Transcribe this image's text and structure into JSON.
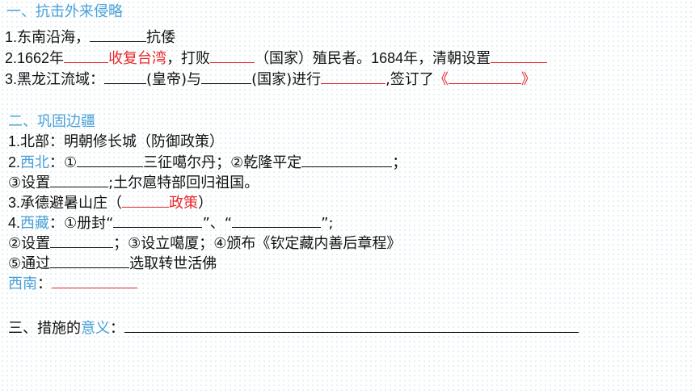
{
  "section1": {
    "heading": "一、抗击外来侵略",
    "item1": {
      "num": "1.",
      "text_a": "东南沿海，",
      "text_b": "抗倭"
    },
    "item2": {
      "num": "2.",
      "year1": "1662年",
      "red_text": "收复台湾",
      "text_b": "，打败",
      "text_c": "（国家）殖民者。",
      "year2": "1684年",
      "text_d": "，清朝设置"
    },
    "item3": {
      "num": "3.",
      "text_a": "黑龙江流域：",
      "text_b": "(皇帝)与",
      "text_c": "(国家)进行",
      "text_d": ",签订了",
      "bracket_open": "《",
      "bracket_close": "》"
    }
  },
  "section2": {
    "heading": "二、巩固边疆",
    "item1": {
      "num": "1.",
      "text": "北部：明朝修长城（防御政策）"
    },
    "item2": {
      "num": "2.",
      "label": "西北",
      "text_a": "：①",
      "text_b": "三征噶尔丹；②乾隆平定",
      "text_c": "；"
    },
    "item2b": {
      "text_a": "③设置",
      "text_b": ";土尔扈特部回归祖国。"
    },
    "item3": {
      "num": "3.",
      "text_a": "承德避暑山庄（",
      "red_text": "政策",
      "text_b": "）"
    },
    "item4": {
      "num": "4.",
      "label": "西藏",
      "text_a": "：①册封“",
      "text_b": "”、“",
      "text_c": "”;"
    },
    "item4b": {
      "text_a": "②设置",
      "text_b": "；③设立噶厦；④颁布《钦定藏内善后章程》"
    },
    "item4c": {
      "text_a": "⑤通过",
      "text_b": "选取转世活佛"
    },
    "item5": {
      "label": "西南",
      "text_a": "："
    }
  },
  "section3": {
    "heading_a": "三、措施的",
    "heading_blue": "意义",
    "heading_b": "："
  },
  "colors": {
    "blue": "#4aa0d8",
    "red": "#e8262a"
  }
}
